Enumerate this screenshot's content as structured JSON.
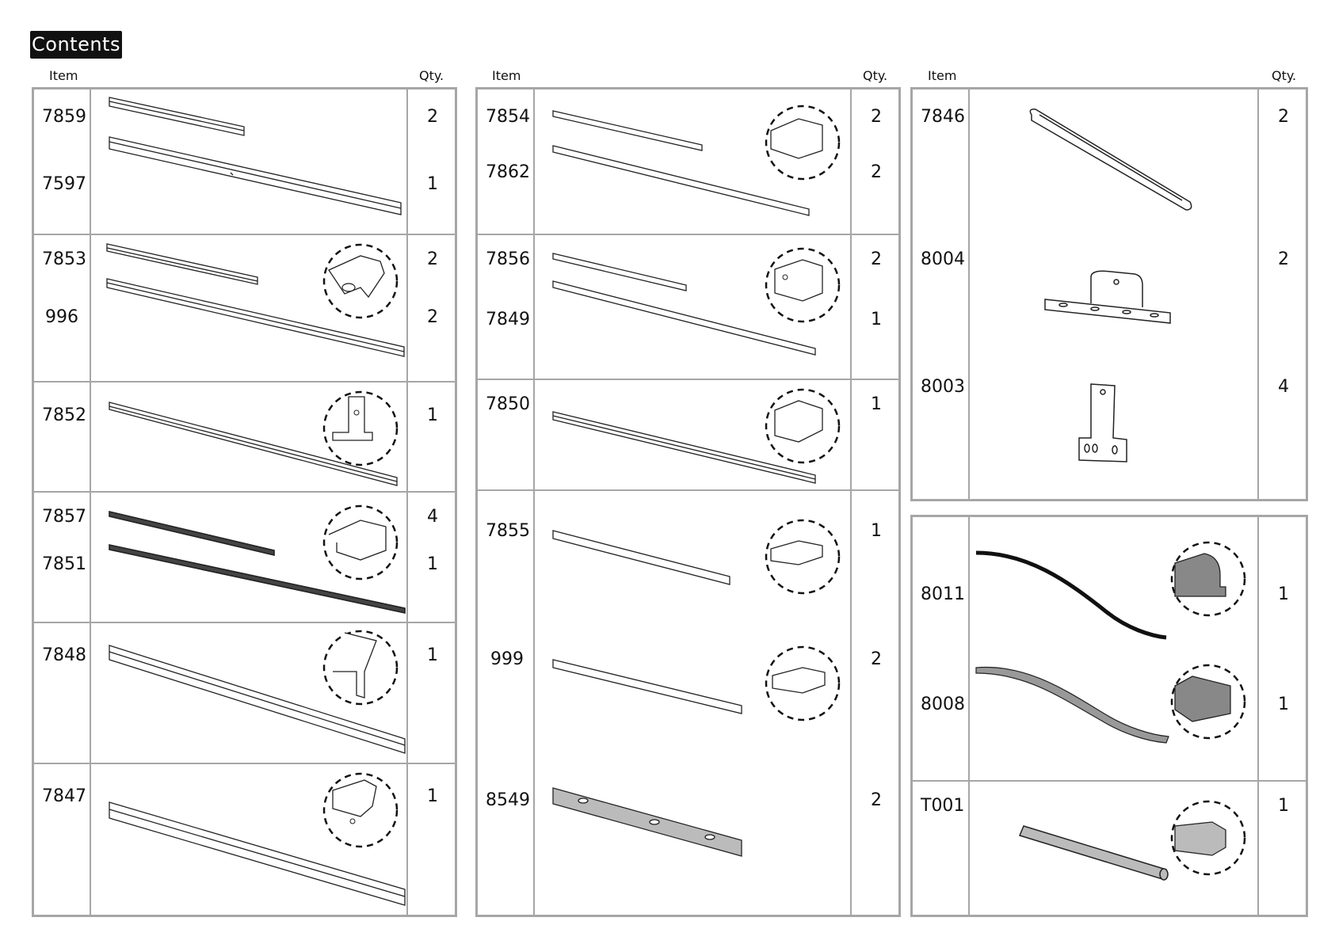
{
  "title": "Contents",
  "headers": {
    "item": "Item",
    "qty": "Qty."
  },
  "col1": [
    {
      "items": [
        {
          "code": "7859",
          "qty": "2"
        },
        {
          "code": "7597",
          "qty": "1"
        }
      ]
    },
    {
      "items": [
        {
          "code": "7853",
          "qty": "2"
        },
        {
          "code": "996",
          "qty": "2"
        }
      ]
    },
    {
      "items": [
        {
          "code": "7852",
          "qty": "1"
        }
      ]
    },
    {
      "items": [
        {
          "code": "7857",
          "qty": "4"
        },
        {
          "code": "7851",
          "qty": "1"
        }
      ]
    },
    {
      "items": [
        {
          "code": "7848",
          "qty": "1"
        }
      ]
    },
    {
      "items": [
        {
          "code": "7847",
          "qty": "1"
        }
      ]
    }
  ],
  "col2": [
    {
      "items": [
        {
          "code": "7854",
          "qty": "2"
        },
        {
          "code": "7862",
          "qty": "2"
        }
      ]
    },
    {
      "items": [
        {
          "code": "7856",
          "qty": "2"
        },
        {
          "code": "7849",
          "qty": "1"
        }
      ]
    },
    {
      "items": [
        {
          "code": "7850",
          "qty": "1"
        }
      ]
    },
    {
      "items": [
        {
          "code": "7855",
          "qty": "1"
        },
        {
          "code": "999",
          "qty": "2"
        },
        {
          "code": "8549",
          "qty": "2"
        }
      ]
    }
  ],
  "col3a": [
    {
      "items": [
        {
          "code": "7846",
          "qty": "2"
        },
        {
          "code": "8004",
          "qty": "2"
        },
        {
          "code": "8003",
          "qty": "4"
        }
      ]
    }
  ],
  "col3b": [
    {
      "items": [
        {
          "code": "8011",
          "qty": "1"
        },
        {
          "code": "8008",
          "qty": "1"
        }
      ]
    },
    {
      "items": [
        {
          "code": "T001",
          "qty": "1"
        }
      ]
    }
  ]
}
